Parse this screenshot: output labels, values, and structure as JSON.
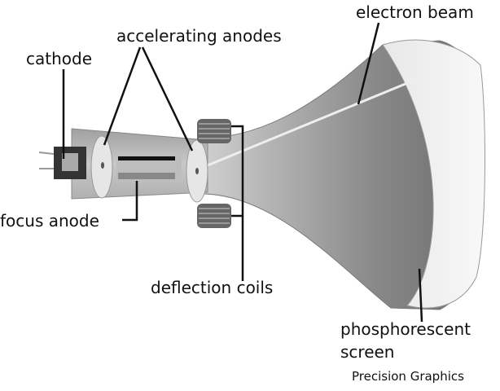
{
  "labels": {
    "cathode": "cathode",
    "accelerating_anodes": "accelerating anodes",
    "electron_beam": "electron beam",
    "focus_anode": "focus anode",
    "deflection_coils": "deflection coils",
    "phosphorescent": "phosphorescent",
    "screen": "screen"
  },
  "credit": "Precision Graphics"
}
